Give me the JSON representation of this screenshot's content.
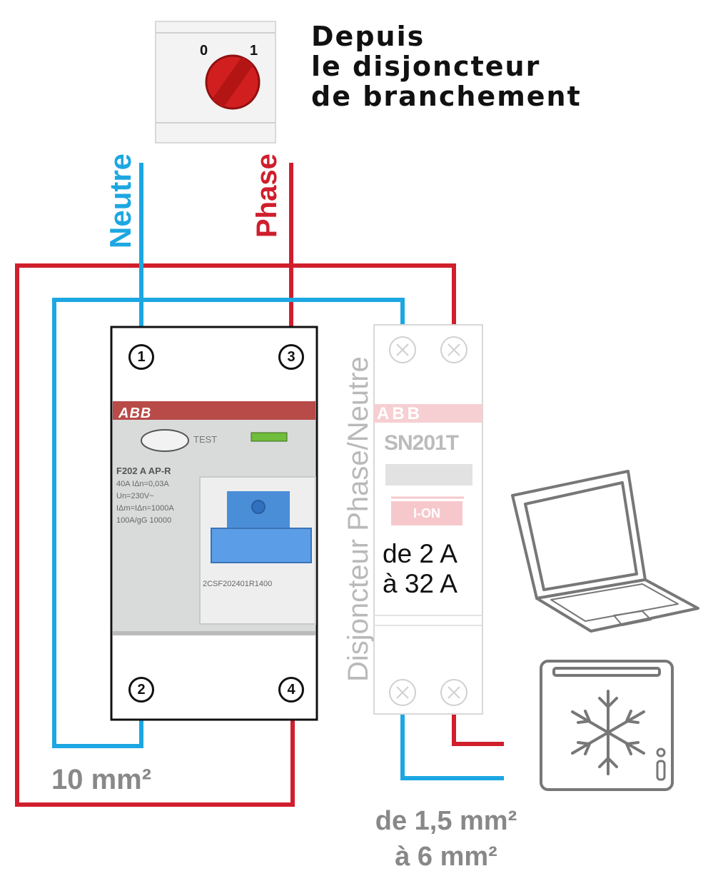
{
  "title": {
    "line1": "Depuis",
    "line2": "le disjoncteur",
    "line3": "de branchement"
  },
  "switch": {
    "off_label": "0",
    "on_label": "1"
  },
  "wires": {
    "neutral_label": "Neutre",
    "phase_label": "Phase",
    "neutral_color": "#1ca7e2",
    "phase_color": "#d01e2c"
  },
  "rcd": {
    "brand": "ABB",
    "test_label": "TEST",
    "model": "F202  A  AP-R",
    "specs": [
      "40A  IΔn=0,03A",
      "Un=230V~",
      "IΔm=IΔn=1000A",
      "100A/gG  10000"
    ],
    "reference": "2CSF202401R1400",
    "terminals": [
      "1",
      "3",
      "2",
      "4"
    ]
  },
  "breaker": {
    "label": "Disjoncteur Phase/Neutre",
    "brand": "ABB",
    "model": "SN201T",
    "state_label": "I-ON",
    "rating_line1": "de 2 A",
    "rating_line2": "à 32 A"
  },
  "sections": {
    "main": "10 mm²",
    "branch_line1": "de 1,5 mm²",
    "branch_line2": "à 6 mm²"
  },
  "devices": [
    "laptop-icon",
    "freezer-icon"
  ]
}
